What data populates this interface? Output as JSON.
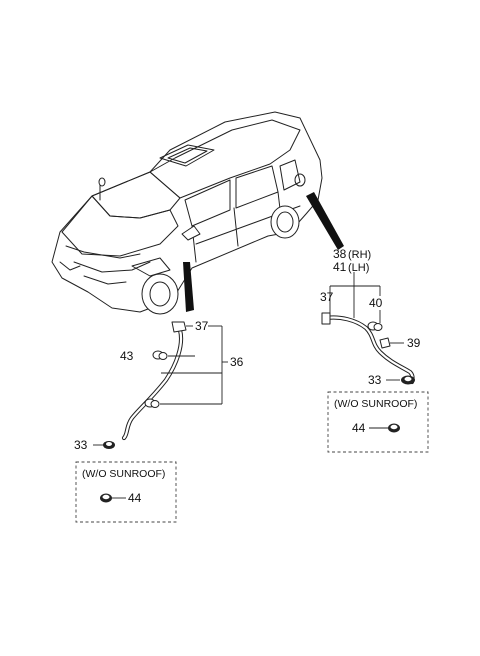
{
  "labels": {
    "p37_left": "37",
    "p43": "43",
    "p36": "36",
    "p33_left": "33",
    "p44_left": "44",
    "p38": "38",
    "p38_side": "(RH)",
    "p41": "41",
    "p41_side": "(LH)",
    "p37_right": "37",
    "p40": "40",
    "p39": "39",
    "p33_right": "33",
    "p44_right": "44"
  },
  "boxes": {
    "left_title": "(W/O SUNROOF)",
    "right_title": "(W/O SUNROOF)"
  }
}
